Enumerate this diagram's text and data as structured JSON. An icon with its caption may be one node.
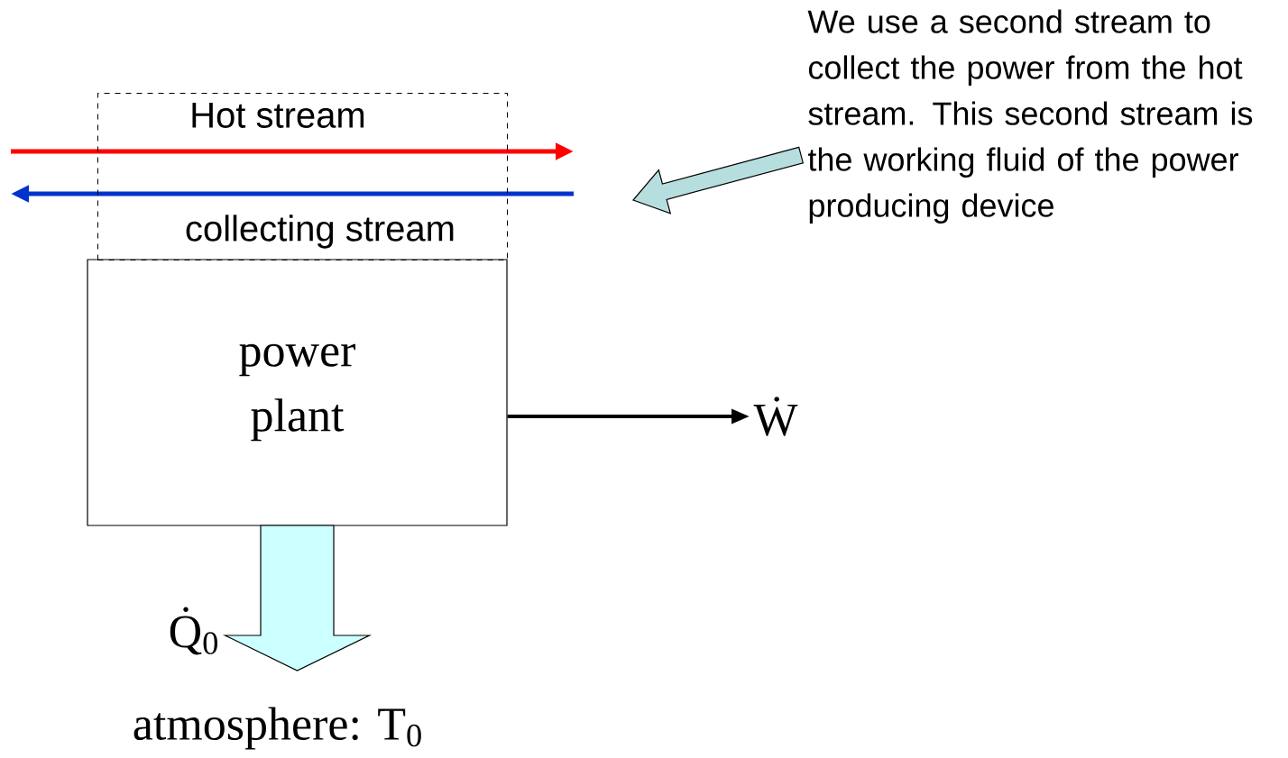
{
  "diagram": {
    "nodes": [
      {
        "text": [
          "Hot stream",
          "collecting stream"
        ]
      },
      {
        "text": [
          "power plant"
        ]
      },
      {
        "text": [
          "Ẇ"
        ]
      },
      {
        "text": [
          "atmosphere: T$_{0}$"
        ]
      },
      {
        "text": [
          "We use a second stream to collect the power from the hot stream. This second stream is the working fluid of the power producing device"
        ]
      }
    ],
    "edges": [
      {
        "from": 1,
        "to": 2,
        "arrow": "to"
      },
      {
        "from": 1,
        "to": 3,
        "arrow": "to",
        "label": "Q̇$_{0}$",
        "style": "thick",
        "color": "#ccffff"
      },
      {
        "from": 4,
        "to": null,
        "arrow": "to",
        "style": "thick",
        "color": "#b7dede"
      }
    ]
  }
}
